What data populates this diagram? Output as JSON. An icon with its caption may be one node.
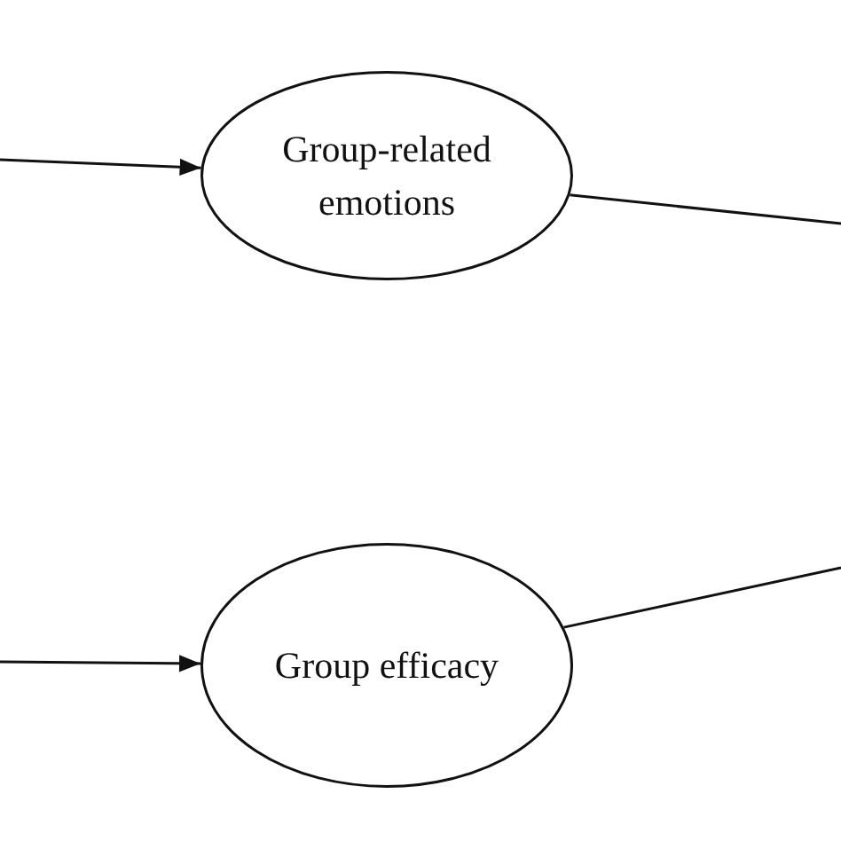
{
  "diagram": {
    "nodes": [
      {
        "text": [
          "Group-related emotions"
        ]
      },
      {
        "text": [
          "Group efficacy"
        ]
      }
    ],
    "edges": [
      {
        "from": null,
        "to": 0,
        "arrow": "to"
      },
      {
        "from": 0,
        "to": null,
        "arrow": "none"
      },
      {
        "from": null,
        "to": 1,
        "arrow": "to"
      },
      {
        "from": 1,
        "to": null,
        "arrow": "none"
      }
    ]
  }
}
